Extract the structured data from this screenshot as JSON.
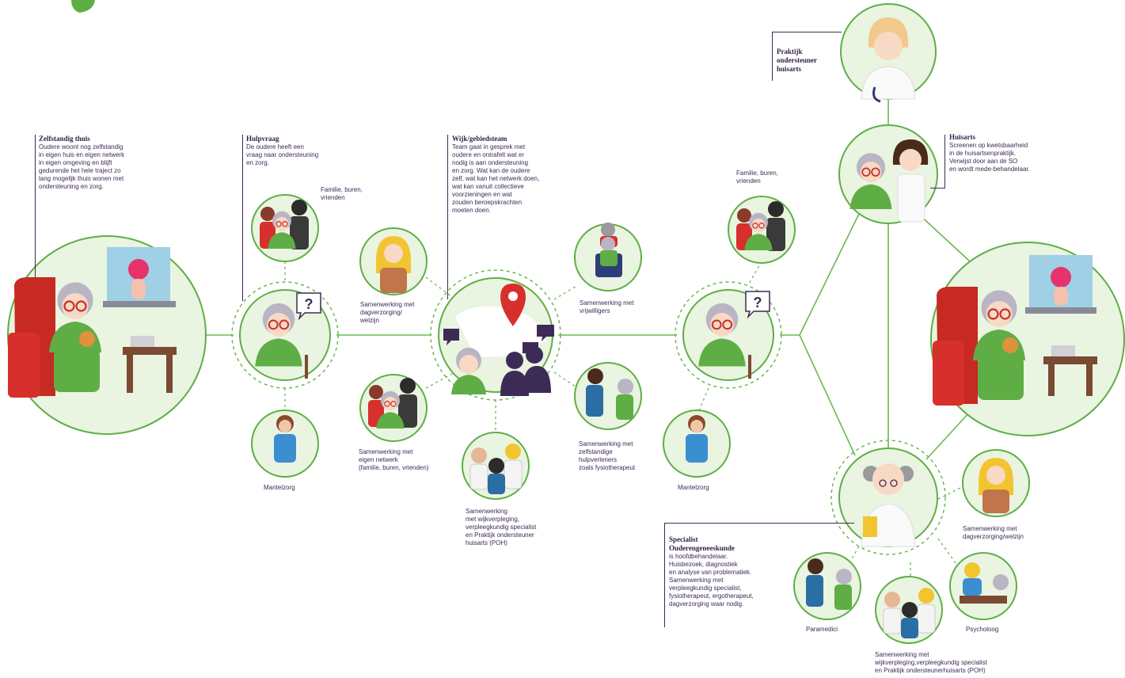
{
  "colors": {
    "accent_green": "#5fae45",
    "light_green": "#e9f4e1",
    "dark_purple": "#3d2b57",
    "red": "#d7302c",
    "chair_red": "#c62a22"
  },
  "stages": {
    "zelfstandig": {
      "title": "Zelfstandig thuis",
      "text": "Oudere woont nog zelfstandig\nin eigen huis en eigen netwerk\nin eigen omgeving en blijft\ngedurende het hele traject zo\nlang mogelijk thuis wonen met\nondersteuning en zorg."
    },
    "hulpvraag": {
      "title": "Hulpvraag",
      "text": "De oudere heeft een\nvraag naar ondersteuning\nen zorg."
    },
    "wijk": {
      "title": "Wijk/gebiedsteam",
      "text": "Team gaat in gesprek met\noudere en ontrafelt wat er\nnodig is aan ondersteuning\nen zorg. Wat kan de oudere\nzelf, wat kan het netwerk doen,\nwat kan vanuit collectieve\nvoorzieningen en wat\nzouden beroepskrachten\nmoeten doen."
    },
    "poh": {
      "title": "Praktijk\nondersteuner\nhuisarts"
    },
    "huisarts": {
      "title": "Huisarts",
      "text": "Screenen op kwetsbaarheid\nin de huisartsenpraktijk.\nVerwijst door aan de SO\nen wordt mede-behandelaar."
    },
    "specialist": {
      "title": "Specialist\nOuderengeneeskunde",
      "text": "is hoofdbehandelaar.\nHuisbezoek, diagnostiek\nen analyse van problematiek.\nSamenwerking met\nverpleegkundig specialist,\nfysiotherapeut, ergotherapeut,\ndagverzorging waar nodig."
    }
  },
  "labels": {
    "familie_1": "Familie, buren,\nvrienden",
    "mantelzorg_1": "Mantelzorg",
    "dagverzorging_1": "Samenwerking met\ndagverzorging/\nwelzijn",
    "eigen_netwerk": "Samenwerking met\neigen netwerk\n(familie, buren, vrienden)",
    "wijkverpleging_1": "Samenwerking\nmet wijkverpleging,\nverpleegkundig specialist\nen Praktijk ondersteuner\nhuisarts (POH)",
    "vrijwilligers": "Samenwerking met\nvrijwilligers",
    "zelfstandige_hulp": "Samenwerking met\nzelfstandige\nhulpverleners\nzoals fysiotherapeut",
    "familie_2": "Familie, buren,\nvrienden",
    "mantelzorg_2": "Mantelzorg",
    "dagverzorging_2": "Samenwerking met\ndagverzorging/welzijn",
    "paramedici": "Paramedici",
    "psycholoog": "Psycholoog",
    "wijkverpleging_2": "Samenwerking met\nwijkverpleging,verpleegkundig specialist\nen Praktijk ondersteunerhuisarts (POH)"
  },
  "glyphs": {
    "question_mark": "?",
    "speech_marker": "..."
  }
}
